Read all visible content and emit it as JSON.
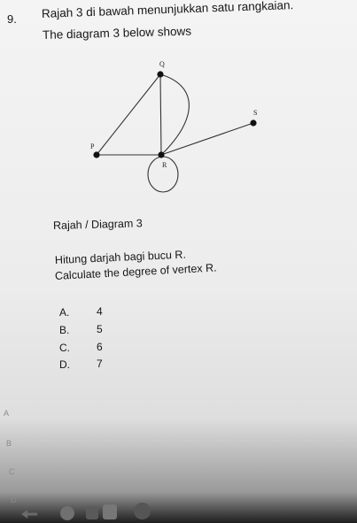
{
  "question": {
    "number": "9.",
    "line1": "Rajah 3 di bawah menunjukkan satu rangkaian.",
    "line2": "The diagram  3 below shows"
  },
  "diagram": {
    "vertices": {
      "P": "P",
      "Q": "Q",
      "R": "R",
      "S": "S"
    },
    "caption": "Rajah / Diagram   3"
  },
  "prompt": {
    "malay": "Hitung darjah bagi bucu R.",
    "english": "Calculate the degree of vertex R."
  },
  "options": [
    {
      "label": "A.",
      "value": "4"
    },
    {
      "label": "B.",
      "value": "5"
    },
    {
      "label": "C.",
      "value": "6"
    },
    {
      "label": "D.",
      "value": "7"
    }
  ],
  "side_letters": [
    "A",
    "B",
    "C",
    "D"
  ]
}
